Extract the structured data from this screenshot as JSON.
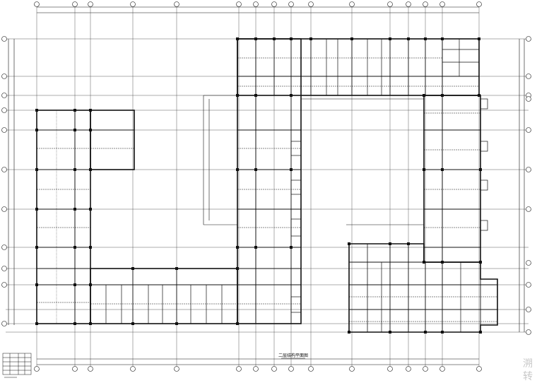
{
  "drawing": {
    "title": "二层结构平面图",
    "watermark_chars": [
      "溯",
      "转"
    ],
    "colors": {
      "line": "#111111",
      "grid": "#333333",
      "background": "#ffffff",
      "watermark": "#c8c8c8"
    }
  },
  "legend_table": {
    "footer": ""
  },
  "axis_bubbles": {
    "top": [
      "",
      "",
      "",
      "",
      "",
      "",
      "",
      "",
      "",
      "",
      "",
      "",
      "",
      "",
      "",
      "",
      ""
    ],
    "left": [
      "",
      "",
      "",
      "",
      "",
      "",
      "",
      "",
      "",
      ""
    ],
    "right": [
      "",
      "",
      "",
      "",
      "",
      "",
      "",
      "",
      "",
      "",
      ""
    ]
  }
}
